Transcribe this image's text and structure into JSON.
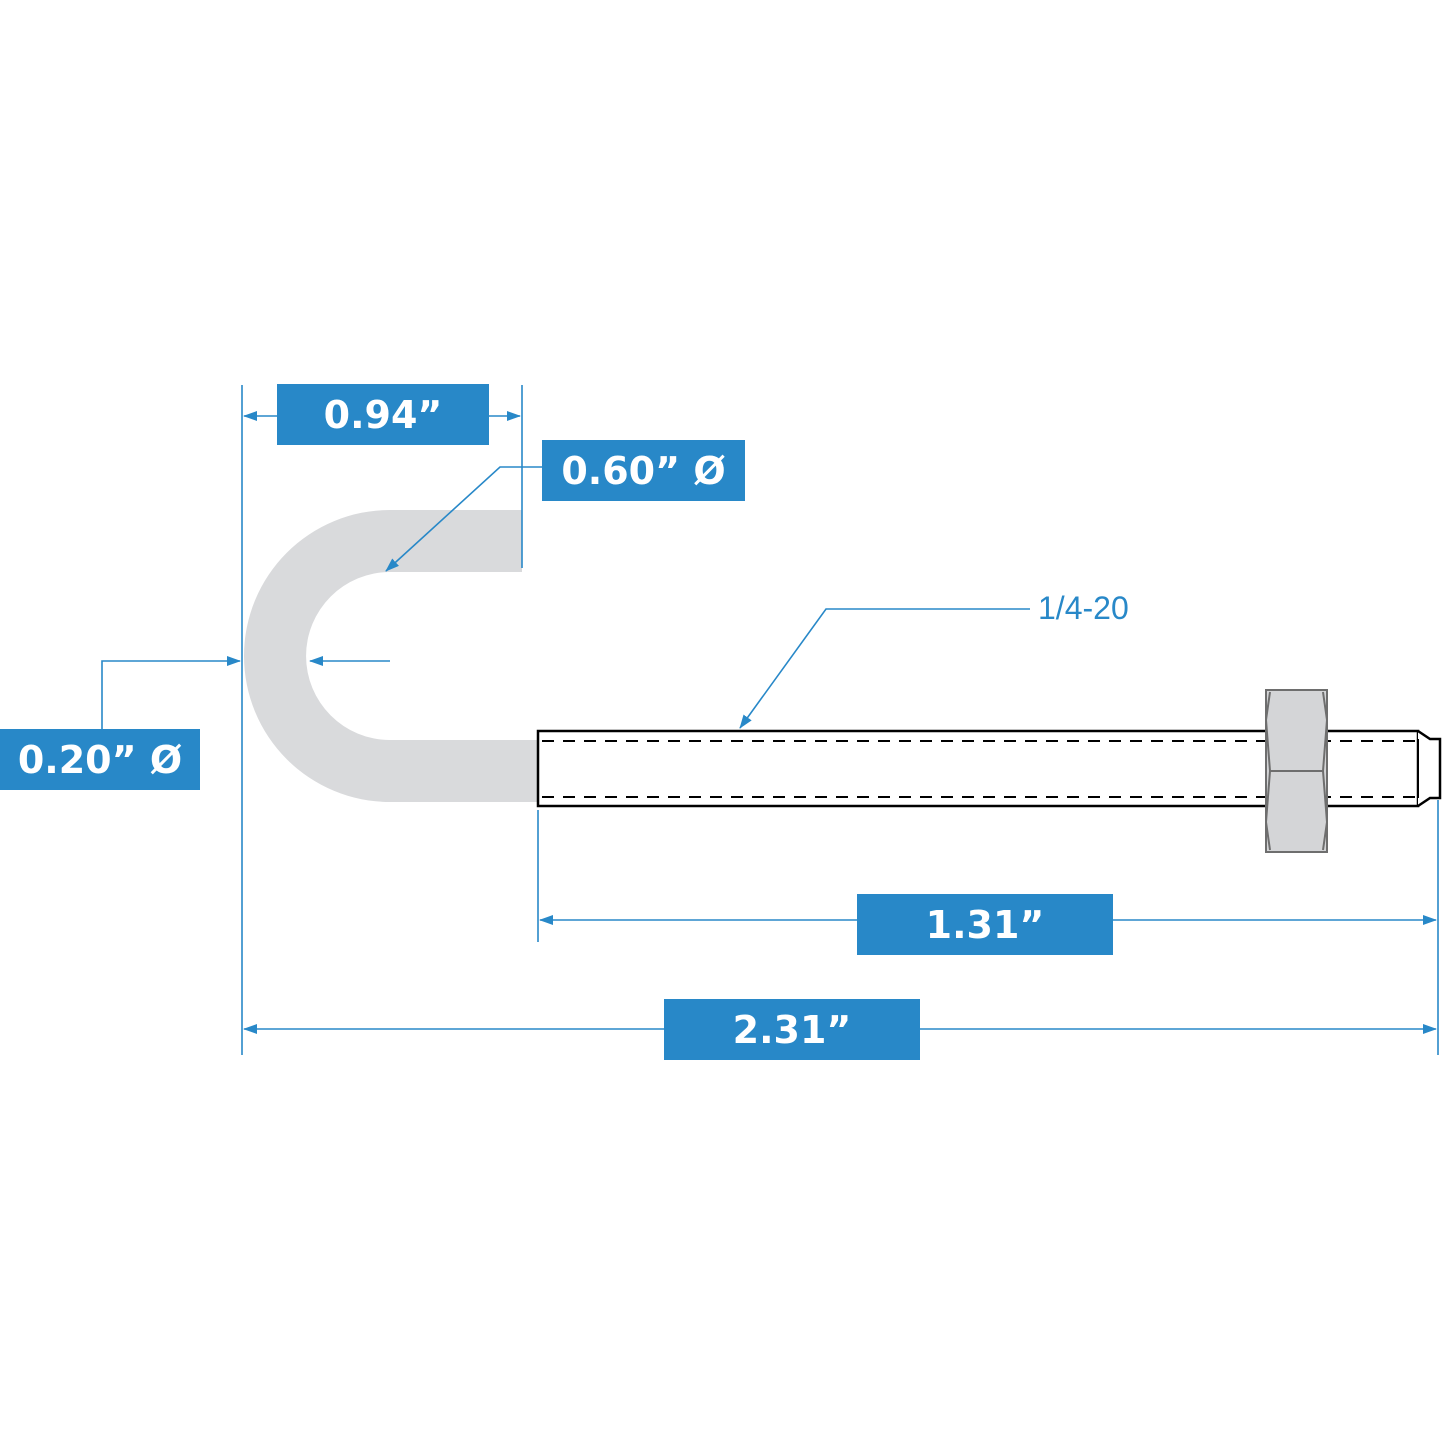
{
  "dimensions": {
    "hook_width": "0.94”",
    "inner_diameter": "0.60” Ø",
    "wire_diameter": "0.20” Ø",
    "thread_length": "1.31”",
    "overall_length": "2.31”",
    "thread_spec": "1/4-20"
  },
  "colors": {
    "accent": "#2888c8",
    "part_fill": "#d9dadc",
    "nut_fill": "#d4d5d7"
  }
}
